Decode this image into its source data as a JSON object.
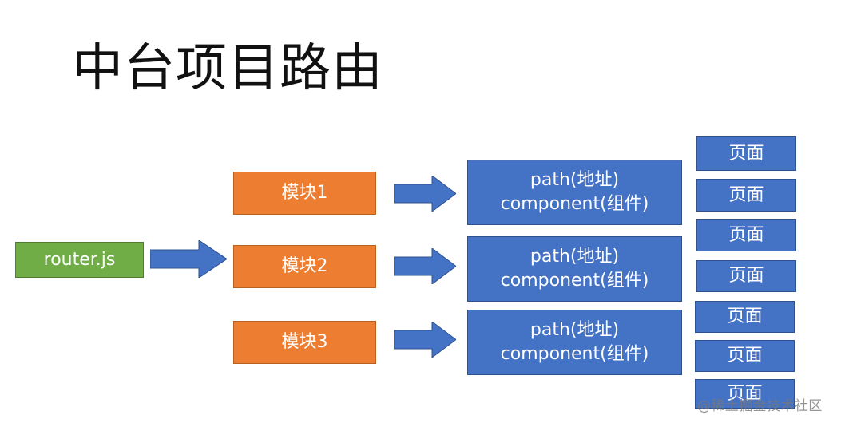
{
  "title": "中台项目路由",
  "root": {
    "label": "router.js",
    "color": "#70ad47"
  },
  "modules": [
    {
      "label": "模块1"
    },
    {
      "label": "模块2"
    },
    {
      "label": "模块3"
    }
  ],
  "routes": [
    {
      "path_line": "path(地址)",
      "component_line": "component(组件)"
    },
    {
      "path_line": "path(地址)",
      "component_line": "component(组件)"
    },
    {
      "path_line": "path(地址)",
      "component_line": "component(组件)"
    }
  ],
  "pages": [
    {
      "label": "页面"
    },
    {
      "label": "页面"
    },
    {
      "label": "页面"
    },
    {
      "label": "页面"
    },
    {
      "label": "页面"
    },
    {
      "label": "页面"
    },
    {
      "label": "页面"
    }
  ],
  "watermark": "@稀土掘金技术社区",
  "colors": {
    "module": "#ed7d31",
    "route": "#4472c4",
    "page": "#4472c4",
    "arrow": "#4472c4"
  }
}
